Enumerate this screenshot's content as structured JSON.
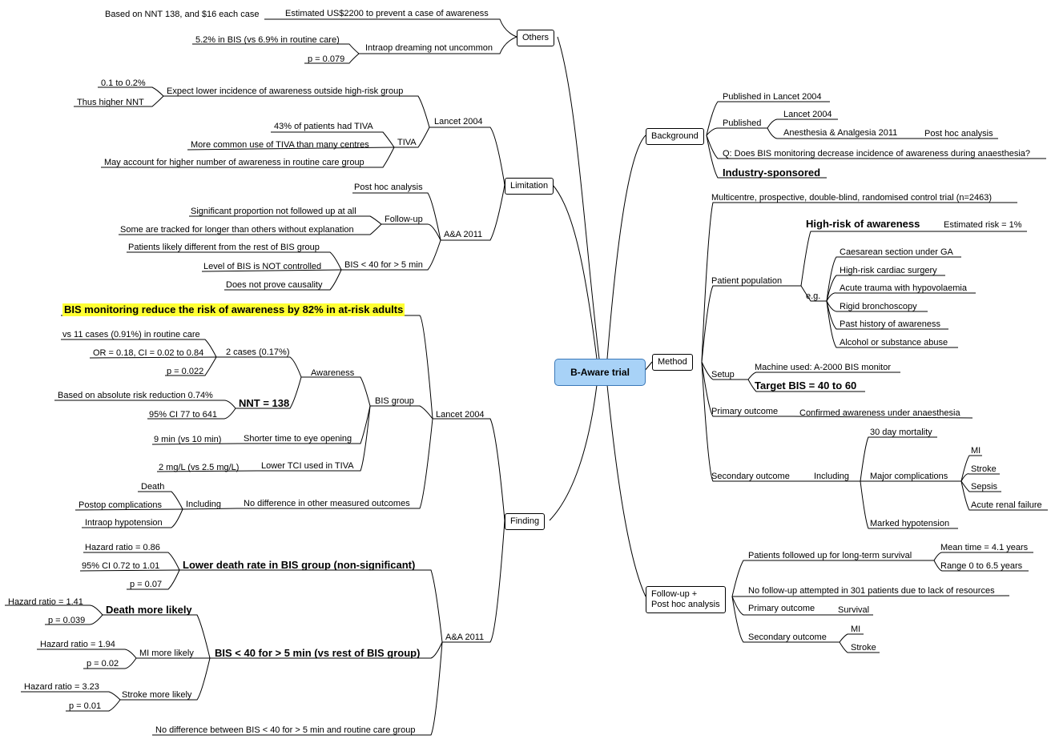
{
  "center": "B-Aware trial",
  "branches": {
    "others": "Others",
    "limitation": "Limitation",
    "finding": "Finding",
    "background": "Background",
    "method": "Method",
    "followup": "Follow-up +",
    "followup2": "Post hoc analysis"
  },
  "others": {
    "cost": "Estimated US$2200 to prevent a case of awareness",
    "cost_note": "Based on NNT 138, and $16 each case",
    "dream": "Intraop dreaming not uncommon",
    "dream_a": "5.2% in BIS (vs 6.9% in routine care)",
    "dream_b": "p = 0.079"
  },
  "limitation": {
    "lancet": "Lancet 2004",
    "expect": "Expect lower incidence of awareness outside high-risk group",
    "expect_a": "0.1 to 0.2%",
    "expect_b": "Thus higher NNT",
    "tiva": "TIVA",
    "tiva_a": "43% of patients had TIVA",
    "tiva_b": "More common use of TIVA than many centres",
    "tiva_c": "May account for higher number of awareness in routine care group",
    "aa": "A&A 2011",
    "posthoc": "Post hoc analysis",
    "followup": "Follow-up",
    "fu_a": "Significant proportion not followed up at all",
    "fu_b": "Some are tracked for longer than others without explanation",
    "bis": "BIS < 40 for > 5 min",
    "bis_a": "Patients likely different from the rest of BIS group",
    "bis_b": "Level of BIS is NOT controlled",
    "bis_c": "Does not prove causality"
  },
  "finding": {
    "headline": "BIS monitoring reduce the risk of awareness by 82% in at-risk adults",
    "lancet": "Lancet 2004",
    "bisgroup": "BIS group",
    "awareness": "Awareness",
    "twocases": "2 cases (0.17%)",
    "vs11": "vs 11 cases (0.91%) in routine care",
    "or": "OR = 0.18, CI = 0.02 to 0.84",
    "p022": "p = 0.022",
    "nnt": "NNT = 138",
    "arr": "Based on absolute risk reduction 0.74%",
    "ci95": "95% CI 77 to 641",
    "eye": "Shorter time to eye opening",
    "eye_a": "9 min (vs 10 min)",
    "tci": "Lower TCI used in TIVA",
    "tci_a": "2 mg/L  (vs 2.5 mg/L)",
    "nodiff": "No difference in other measured outcomes",
    "including": "Including",
    "death": "Death",
    "postop": "Postop complications",
    "hypo": "Intraop hypotension",
    "aa": "A&A 2011",
    "lowerdeath": "Lower death rate in BIS group (non-significant)",
    "hr086": "Hazard ratio = 0.86",
    "ci072": "95% CI 0.72 to 1.01",
    "p007": "p = 0.07",
    "bis40": "BIS < 40 for > 5 min (vs rest of BIS group)",
    "deathlikely": "Death more likely",
    "hr141": "Hazard ratio = 1.41",
    "p039": "p = 0.039",
    "mi": "MI more likely",
    "hr194": "Hazard ratio = 1.94",
    "p002": "p = 0.02",
    "stroke": "Stroke more likely",
    "hr323": "Hazard ratio = 3.23",
    "p001": "p = 0.01",
    "nodiff2": "No difference between BIS < 40 for > 5 min and routine care group"
  },
  "background": {
    "pub_lancet": "Published in Lancet 2004",
    "published": "Published",
    "lancet": "Lancet 2004",
    "aa": "Anesthesia & Analgesia 2011",
    "posthoc": "Post hoc analysis",
    "q": "Q: Does BIS monitoring decrease incidence of awareness during anaesthesia?",
    "sponsor": "Industry-sponsored"
  },
  "method": {
    "design": "Multicentre, prospective, double-blind, randomised control trial (n=2463)",
    "population": "Patient population",
    "highrisk": "High-risk of awareness",
    "risk": "Estimated risk = 1%",
    "eg": "e.g.",
    "eg_items": [
      "Caesarean section under GA",
      "High-risk cardiac surgery",
      "Acute trauma with hypovolaemia",
      "Rigid bronchoscopy",
      "Past history of awareness",
      "Alcohol or substance abuse"
    ],
    "setup": "Setup",
    "machine": "Machine used: A-2000 BIS monitor",
    "target": "Target BIS = 40 to 60",
    "primary": "Primary outcome",
    "primary_a": "Confirmed awareness under anaesthesia",
    "secondary": "Secondary outcome",
    "including": "Including",
    "mort": "30 day mortality",
    "major": "Major complications",
    "major_items": [
      "MI",
      "Stroke",
      "Sepsis",
      "Acute renal failure"
    ],
    "hypot": "Marked hypotension"
  },
  "followup": {
    "lt": "Patients followed up for long-term survival",
    "mean": "Mean time = 4.1 years",
    "range": "Range 0 to 6.5 years",
    "nofu": "No follow-up attempted in 301 patients due to lack of resources",
    "primary": "Primary outcome",
    "survival": "Survival",
    "secondary": "Secondary outcome",
    "mi": "MI",
    "stroke": "Stroke"
  }
}
